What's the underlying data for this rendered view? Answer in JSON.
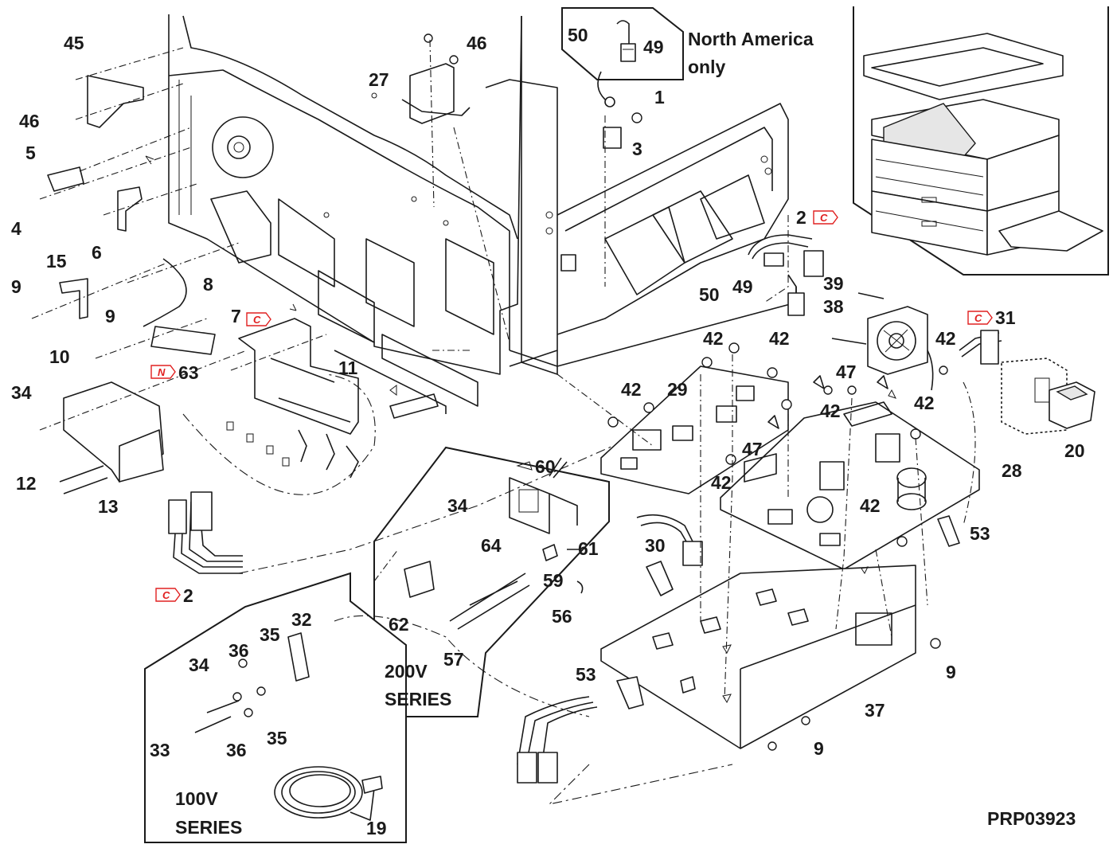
{
  "diagram": {
    "drawing_code": "PRP03923",
    "region_labels": {
      "north_america_line1": "North America",
      "north_america_line2": "only",
      "series_200v_line1": "200V",
      "series_200v_line2": "SERIES",
      "series_100v_line1": "100V",
      "series_100v_line2": "SERIES"
    },
    "ref_tags": {
      "c": "C",
      "n": "N"
    },
    "part_numbers": {
      "p1": "1",
      "p2a": "2",
      "p2b": "2",
      "p3": "3",
      "p4": "4",
      "p5": "5",
      "p6": "6",
      "p7": "7",
      "p8": "8",
      "p9a": "9",
      "p9b": "9",
      "p9c": "9",
      "p9d": "9",
      "p10": "10",
      "p11": "11",
      "p12": "12",
      "p13": "13",
      "p15": "15",
      "p19": "19",
      "p20": "20",
      "p27": "27",
      "p28": "28",
      "p29": "29",
      "p30": "30",
      "p31": "31",
      "p32": "32",
      "p33": "33",
      "p34a": "34",
      "p34b": "34",
      "p34c": "34",
      "p35a": "35",
      "p35b": "35",
      "p36a": "36",
      "p36b": "36",
      "p37": "37",
      "p38": "38",
      "p39": "39",
      "p42a": "42",
      "p42b": "42",
      "p42c": "42",
      "p42d": "42",
      "p42e": "42",
      "p42f": "42",
      "p42g": "42",
      "p42h": "42",
      "p45": "45",
      "p46a": "46",
      "p46b": "46",
      "p47a": "47",
      "p47b": "47",
      "p49a": "49",
      "p49b": "49",
      "p50a": "50",
      "p50b": "50",
      "p53a": "53",
      "p53b": "53",
      "p56": "56",
      "p57": "57",
      "p59": "59",
      "p60": "60",
      "p61": "61",
      "p62": "62",
      "p63": "63",
      "p64": "64"
    }
  }
}
